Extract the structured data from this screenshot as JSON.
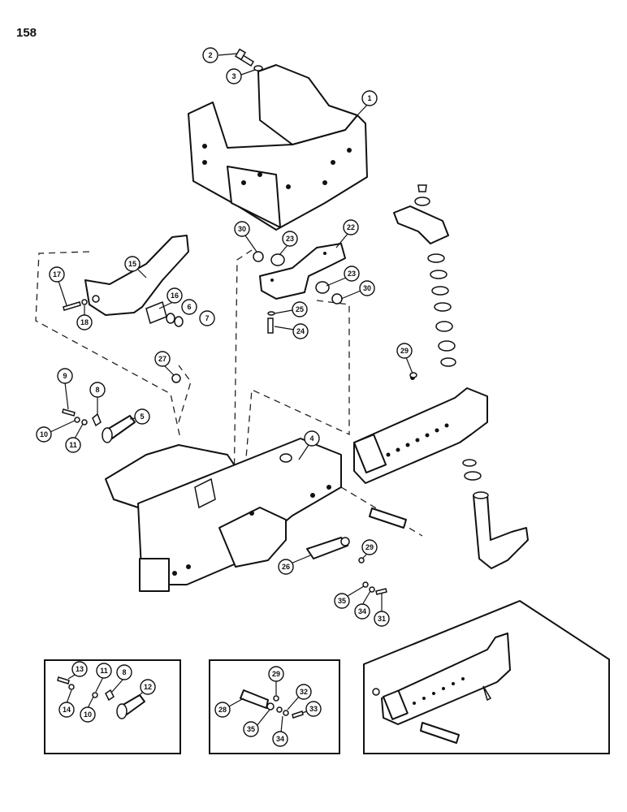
{
  "page": {
    "number": "158"
  },
  "callouts": [
    "1",
    "2",
    "3",
    "4",
    "5",
    "6",
    "7",
    "8",
    "9",
    "10",
    "11",
    "12",
    "13",
    "14",
    "15",
    "16",
    "17",
    "18",
    "22",
    "23",
    "24",
    "25",
    "26",
    "27",
    "28",
    "29",
    "30",
    "31",
    "32",
    "33",
    "34",
    "35"
  ]
}
